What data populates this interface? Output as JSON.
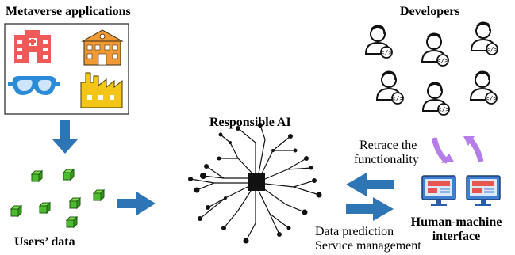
{
  "labels": {
    "metaverse_apps": "Metaverse applications",
    "developers": "Developers",
    "responsible_ai": "Responsible AI",
    "retrace_line1": "Retrace the",
    "retrace_line2": "functionality",
    "hmi_line1": "Human-machine",
    "hmi_line2": "interface",
    "users_data": "Users’ data",
    "data_prediction": "Data prediction",
    "service_management": "Service management"
  },
  "icons": {
    "metaverse_apps": [
      "hospital-icon",
      "school-icon",
      "vr-goggles-icon",
      "factory-icon"
    ],
    "developers": [
      "developer-icon",
      "developer-icon",
      "developer-icon",
      "developer-icon",
      "developer-icon",
      "developer-icon"
    ],
    "data": [
      "cube-icon",
      "cube-icon",
      "cube-icon",
      "cube-icon",
      "cube-icon",
      "cube-icon",
      "cube-icon"
    ],
    "hmi": [
      "monitor-icon",
      "monitor-icon"
    ],
    "ai": "neural-chip-icon"
  },
  "colors": {
    "arrow_blue": "#2e75b6",
    "cycle_purple": "#b57de8",
    "hospital_red": "#ef5a58",
    "school_orange": "#f19a35",
    "goggles_blue": "#2b8bd6",
    "factory_yellow": "#f3c516",
    "cube_green": "#4cbb2f",
    "monitor_red": "#e8574f",
    "monitor_blue": "#3f7fd2"
  }
}
